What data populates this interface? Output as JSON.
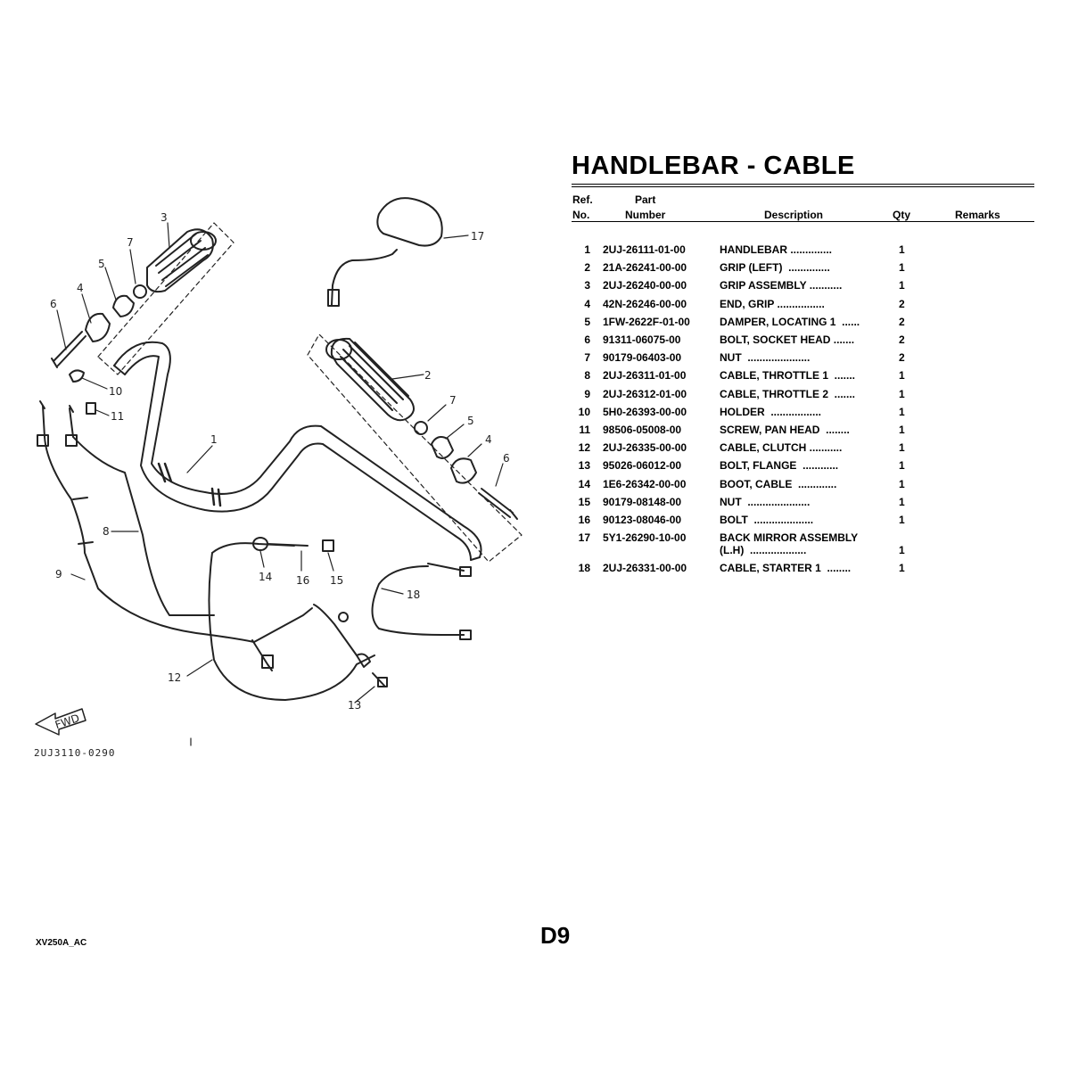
{
  "title": "HANDLEBAR - CABLE",
  "headers": {
    "ref_top": "Ref.",
    "ref_bottom": "No.",
    "part_top": "Part",
    "part_bottom": "Number",
    "description": "Description",
    "qty": "Qty",
    "remarks": "Remarks"
  },
  "parts": [
    {
      "ref": "1",
      "number": "2UJ-26111-01-00",
      "description": "HANDLEBAR ..............",
      "qty": "1"
    },
    {
      "ref": "2",
      "number": "21A-26241-00-00",
      "description": "GRIP (LEFT)  ..............",
      "qty": "1"
    },
    {
      "ref": "3",
      "number": "2UJ-26240-00-00",
      "description": "GRIP ASSEMBLY ...........",
      "qty": "1"
    },
    {
      "ref": "4",
      "number": "42N-26246-00-00",
      "description": "END, GRIP ................",
      "qty": "2"
    },
    {
      "ref": "5",
      "number": "1FW-2622F-01-00",
      "description": "DAMPER, LOCATING 1  ......",
      "qty": "2"
    },
    {
      "ref": "6",
      "number": "91311-06075-00",
      "description": "BOLT, SOCKET HEAD .......",
      "qty": "2"
    },
    {
      "ref": "7",
      "number": "90179-06403-00",
      "description": "NUT  .....................",
      "qty": "2"
    },
    {
      "ref": "8",
      "number": "2UJ-26311-01-00",
      "description": "CABLE, THROTTLE 1  .......",
      "qty": "1"
    },
    {
      "ref": "9",
      "number": "2UJ-26312-01-00",
      "description": "CABLE, THROTTLE 2  .......",
      "qty": "1"
    },
    {
      "ref": "10",
      "number": "5H0-26393-00-00",
      "description": "HOLDER  .................",
      "qty": "1"
    },
    {
      "ref": "11",
      "number": "98506-05008-00",
      "description": "SCREW, PAN HEAD  ........",
      "qty": "1"
    },
    {
      "ref": "12",
      "number": "2UJ-26335-00-00",
      "description": "CABLE, CLUTCH ...........",
      "qty": "1"
    },
    {
      "ref": "13",
      "number": "95026-06012-00",
      "description": "BOLT, FLANGE  ............",
      "qty": "1"
    },
    {
      "ref": "14",
      "number": "1E6-26342-00-00",
      "description": "BOOT, CABLE  .............",
      "qty": "1"
    },
    {
      "ref": "15",
      "number": "90179-08148-00",
      "description": "NUT  .....................",
      "qty": "1"
    },
    {
      "ref": "16",
      "number": "90123-08046-00",
      "description": "BOLT  ....................",
      "qty": "1"
    },
    {
      "ref": "17",
      "number": "5Y1-26290-10-00",
      "description": "BACK MIRROR ASSEMBLY",
      "description2": "(L.H)  ...................",
      "qty": "1"
    },
    {
      "ref": "18",
      "number": "2UJ-26331-00-00",
      "description": "CABLE, STARTER 1  ........",
      "qty": "1"
    }
  ],
  "diagram": {
    "callouts": [
      "1",
      "2",
      "3",
      "4",
      "5",
      "6",
      "7",
      "8",
      "9",
      "10",
      "11",
      "12",
      "13",
      "14",
      "15",
      "16",
      "17",
      "18",
      "7",
      "5",
      "4",
      "6"
    ],
    "fwd_label": "FWD",
    "illustration_code": "2UJ3110-0290"
  },
  "footer": {
    "doc_code": "XV250A_AC",
    "page": "D9"
  }
}
